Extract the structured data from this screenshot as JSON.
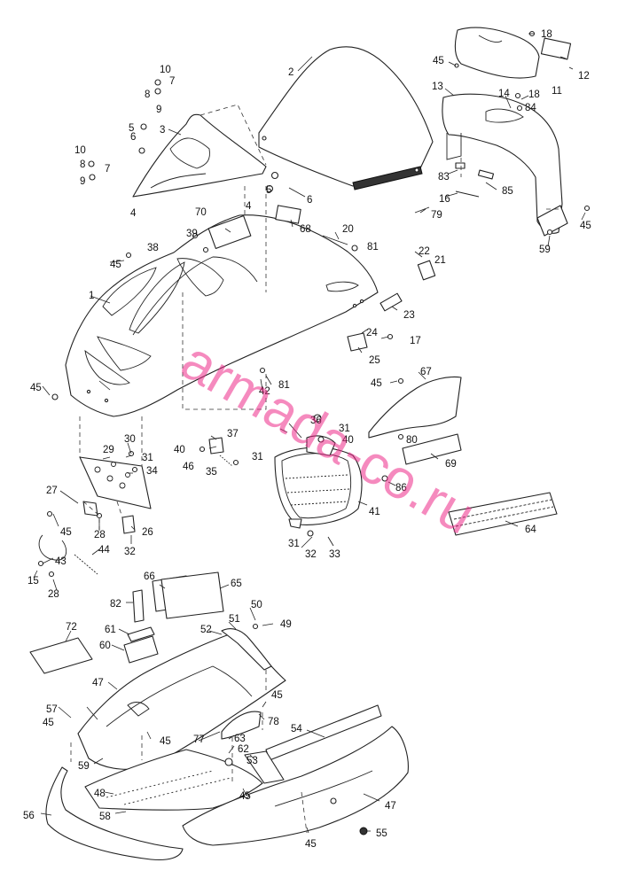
{
  "watermark": "armada-co.ru",
  "callouts": [
    "1",
    "2",
    "3",
    "4",
    "4",
    "5",
    "5",
    "6",
    "6",
    "7",
    "7",
    "8",
    "8",
    "9",
    "9",
    "10",
    "10",
    "11",
    "12",
    "13",
    "14",
    "15",
    "16",
    "17",
    "18",
    "18",
    "20",
    "21",
    "22",
    "23",
    "24",
    "25",
    "26",
    "27",
    "28",
    "28",
    "29",
    "30",
    "31",
    "31",
    "31",
    "31",
    "32",
    "32",
    "33",
    "34",
    "35",
    "36",
    "37",
    "38",
    "39",
    "40",
    "40",
    "41",
    "42",
    "43",
    "44",
    "45",
    "45",
    "45",
    "45",
    "45",
    "45",
    "45",
    "45",
    "45",
    "45",
    "45",
    "46",
    "47",
    "47",
    "48",
    "49",
    "50",
    "51",
    "52",
    "53",
    "54",
    "55",
    "56",
    "57",
    "58",
    "59",
    "59",
    "60",
    "61",
    "62",
    "63",
    "64",
    "65",
    "66",
    "67",
    "68",
    "69",
    "70",
    "72",
    "77",
    "78",
    "79",
    "80",
    "81",
    "81",
    "82",
    "83",
    "84",
    "85",
    "86"
  ]
}
